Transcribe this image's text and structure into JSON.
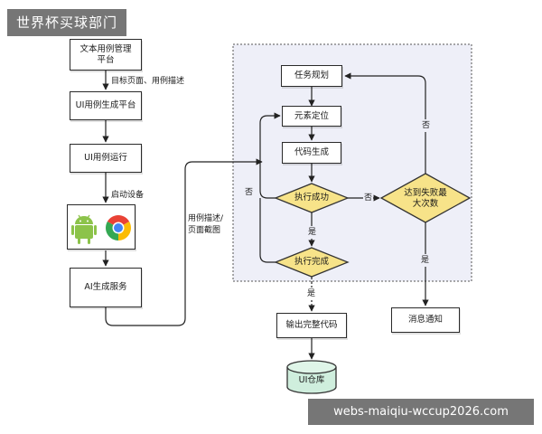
{
  "watermarks": {
    "top": "世界杯买球部门",
    "bottom": "webs-maiqiu-wccup2026.com"
  },
  "nodes": {
    "text_case_platform": "文本用例管理平台",
    "ui_case_gen_platform": "UI用例生成平台",
    "ui_case_run": "UI用例运行",
    "ai_gen_service": "AI生成服务",
    "task_planning": "任务规划",
    "element_locate": "元素定位",
    "code_gen": "代码生成",
    "exec_success": "执行成功",
    "exec_complete": "执行完成",
    "max_attempts": "达到失败最大次数",
    "output_code": "输出完整代码",
    "ui_repo": "UI仓库",
    "notify": "消息通知"
  },
  "edge_labels": {
    "target_page_desc": "目标页面、用例描述",
    "start_device": "启动设备",
    "case_desc_screenshot": "用例描述/页面截图",
    "no_success": "否",
    "no_complete": "否",
    "no_attempts": "否",
    "yes_success": "是",
    "yes_complete": "是",
    "yes_attempts": "是"
  },
  "icons": [
    "android-icon",
    "chrome-icon"
  ],
  "colors": {
    "loop_region_fill": "#eeeff8",
    "diamond_fill": "#f7e389",
    "cylinder_fill": "#cfeedd",
    "line": "#222222"
  }
}
